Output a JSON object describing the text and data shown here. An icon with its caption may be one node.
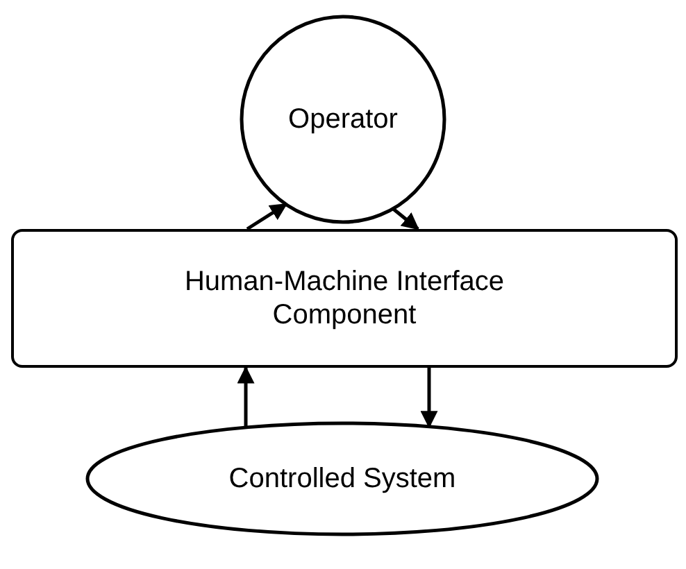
{
  "diagram": {
    "nodes": [
      {
        "text": [
          "Operator"
        ]
      },
      {
        "text": [
          "Human-Machine Interface Component"
        ]
      },
      {
        "text": [
          "Controlled System"
        ]
      }
    ],
    "edges": [
      {
        "from": 1,
        "to": 0,
        "arrow": "to"
      },
      {
        "from": 0,
        "to": 1,
        "arrow": "to"
      },
      {
        "from": 2,
        "to": 1,
        "arrow": "to"
      },
      {
        "from": 1,
        "to": 2,
        "arrow": "to"
      }
    ]
  }
}
